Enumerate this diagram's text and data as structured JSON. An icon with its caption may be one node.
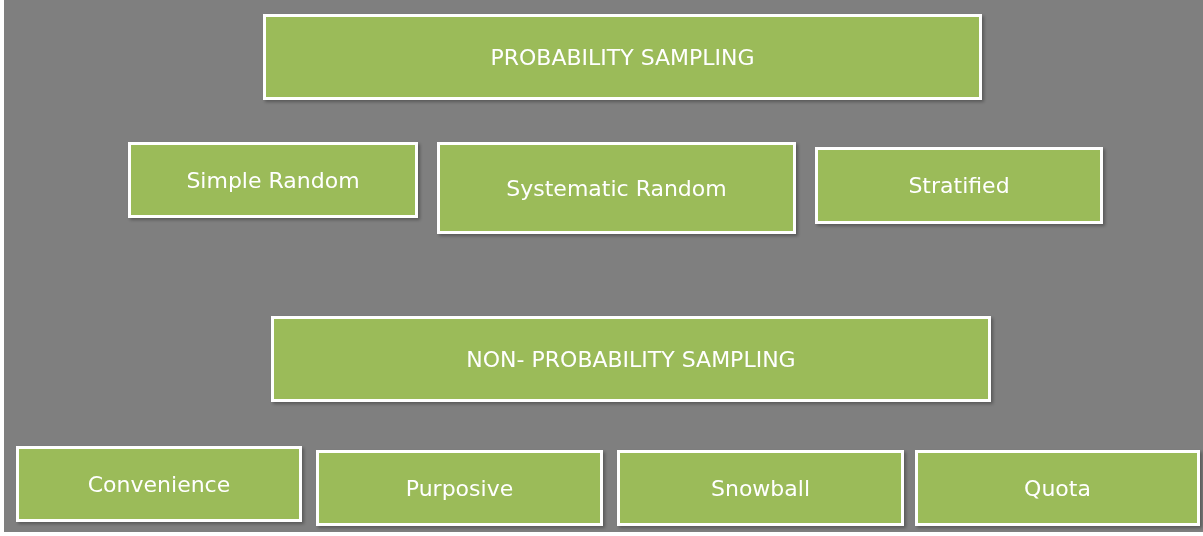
{
  "diagram": {
    "nodes": [
      {
        "text": [
          "PROBABILITY SAMPLING"
        ]
      },
      {
        "text": [
          "Simple Random"
        ]
      },
      {
        "text": [
          "Systematic Random"
        ]
      },
      {
        "text": [
          "Stratified"
        ]
      },
      {
        "text": [
          "NON- PROBABILITY SAMPLING"
        ]
      },
      {
        "text": [
          "Convenience"
        ]
      },
      {
        "text": [
          "Purposive"
        ]
      },
      {
        "text": [
          "Snowball"
        ]
      },
      {
        "text": [
          "Quota"
        ]
      }
    ]
  }
}
